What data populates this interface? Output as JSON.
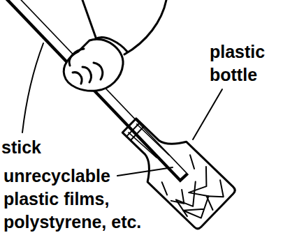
{
  "diagram": {
    "labels": [
      "stick",
      "plastic bottle",
      "unrecyclable plastic films, polystyrene, etc."
    ]
  }
}
